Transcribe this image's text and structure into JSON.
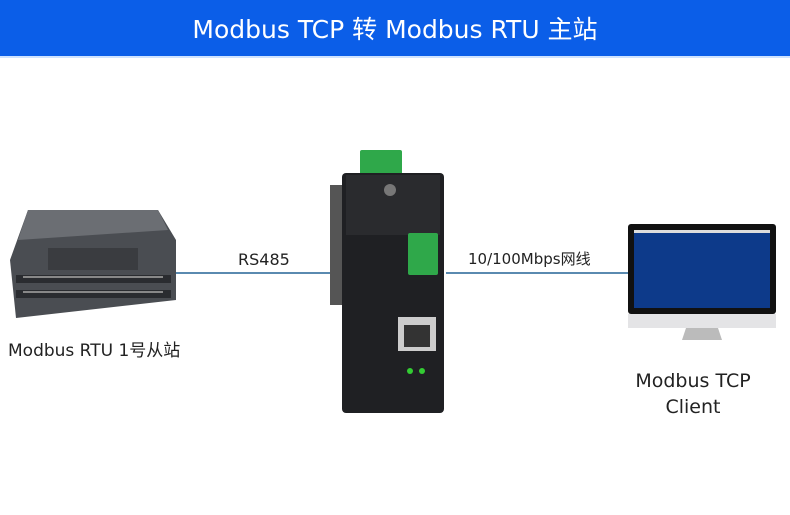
{
  "header": {
    "title": "Modbus TCP 转 Modbus RTU 主站"
  },
  "labels": {
    "rs485": "RS485",
    "ethernet": "10/100Mbps网线",
    "slave": "Modbus RTU 1号从站",
    "client_line1": "Modbus TCP",
    "client_line2": "Client"
  },
  "colors": {
    "header": "#0b5ee8",
    "line": "#5a8ab0",
    "terminal": "#2fa84a"
  }
}
